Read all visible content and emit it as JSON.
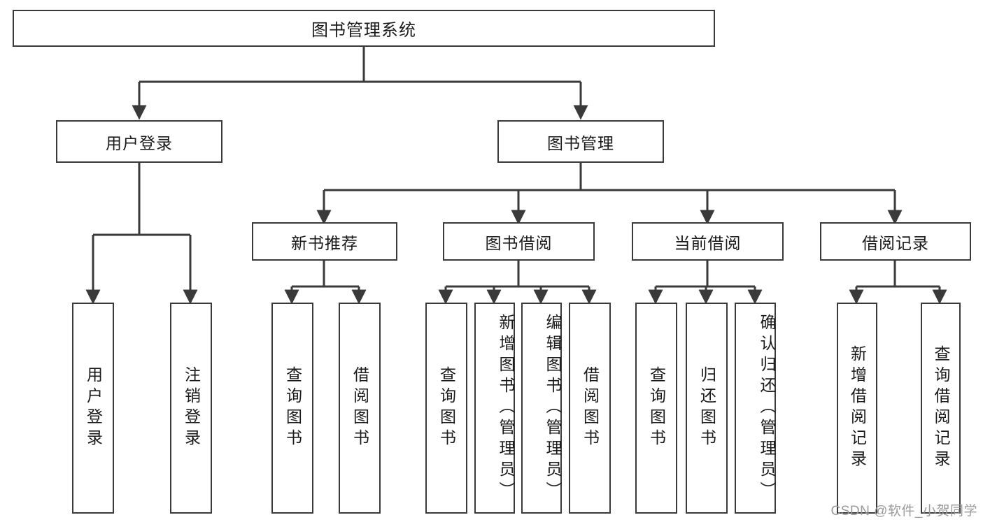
{
  "diagram": {
    "title": "图书管理系统",
    "watermark": "CSDN @软件_小贺同学",
    "line_color": "#3a3a3a",
    "box_fill": "#ffffff",
    "text_color": "#1a1a1a"
  },
  "root": {
    "label": "图书管理系统"
  },
  "level2": [
    {
      "label": "用户登录"
    },
    {
      "label": "图书管理"
    }
  ],
  "level3": [
    {
      "label": "新书推荐"
    },
    {
      "label": "图书借阅"
    },
    {
      "label": "当前借阅"
    },
    {
      "label": "借阅记录"
    }
  ],
  "leaves": {
    "user_login": [
      {
        "label": "用户登录"
      },
      {
        "label": "注销登录"
      }
    ],
    "new_book_rec": [
      {
        "label": "查询图书"
      },
      {
        "label": "借阅图书"
      }
    ],
    "book_borrow": [
      {
        "label": "查询图书"
      },
      {
        "label": "新增图书（管理员）"
      },
      {
        "label": "编辑图书（管理员）"
      },
      {
        "label": "借阅图书"
      }
    ],
    "current_borrow": [
      {
        "label": "查询图书"
      },
      {
        "label": "归还图书"
      },
      {
        "label": "确认归还（管理员）"
      }
    ],
    "borrow_record": [
      {
        "label": "新增借阅记录"
      },
      {
        "label": "查询借阅记录"
      }
    ]
  }
}
